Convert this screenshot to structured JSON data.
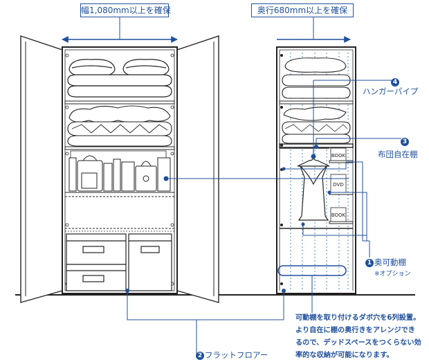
{
  "header": {
    "width_label": "幅1,080mm以上を確保",
    "depth_label": "奥行680mm以上を確保"
  },
  "callouts": [
    {
      "num": "4",
      "label": "ハンガーパイプ"
    },
    {
      "num": "3",
      "label": "布団自在棚"
    },
    {
      "num": "1",
      "label": "奥可動棚",
      "sub": "※オプション"
    },
    {
      "num": "2",
      "label": "フラットフロアー"
    }
  ],
  "tags": {
    "book": "BOOK",
    "dvd": "DVD"
  },
  "note": [
    "可動棚を取り付けるダボ穴を6列設置。",
    "より自在に棚の奥行きをアレンジでき",
    "るので、デッドスペースをつくらない効",
    "率的な収納が可能になります。"
  ],
  "colors": {
    "accent": "#1f4f9c",
    "line": "#222222"
  }
}
